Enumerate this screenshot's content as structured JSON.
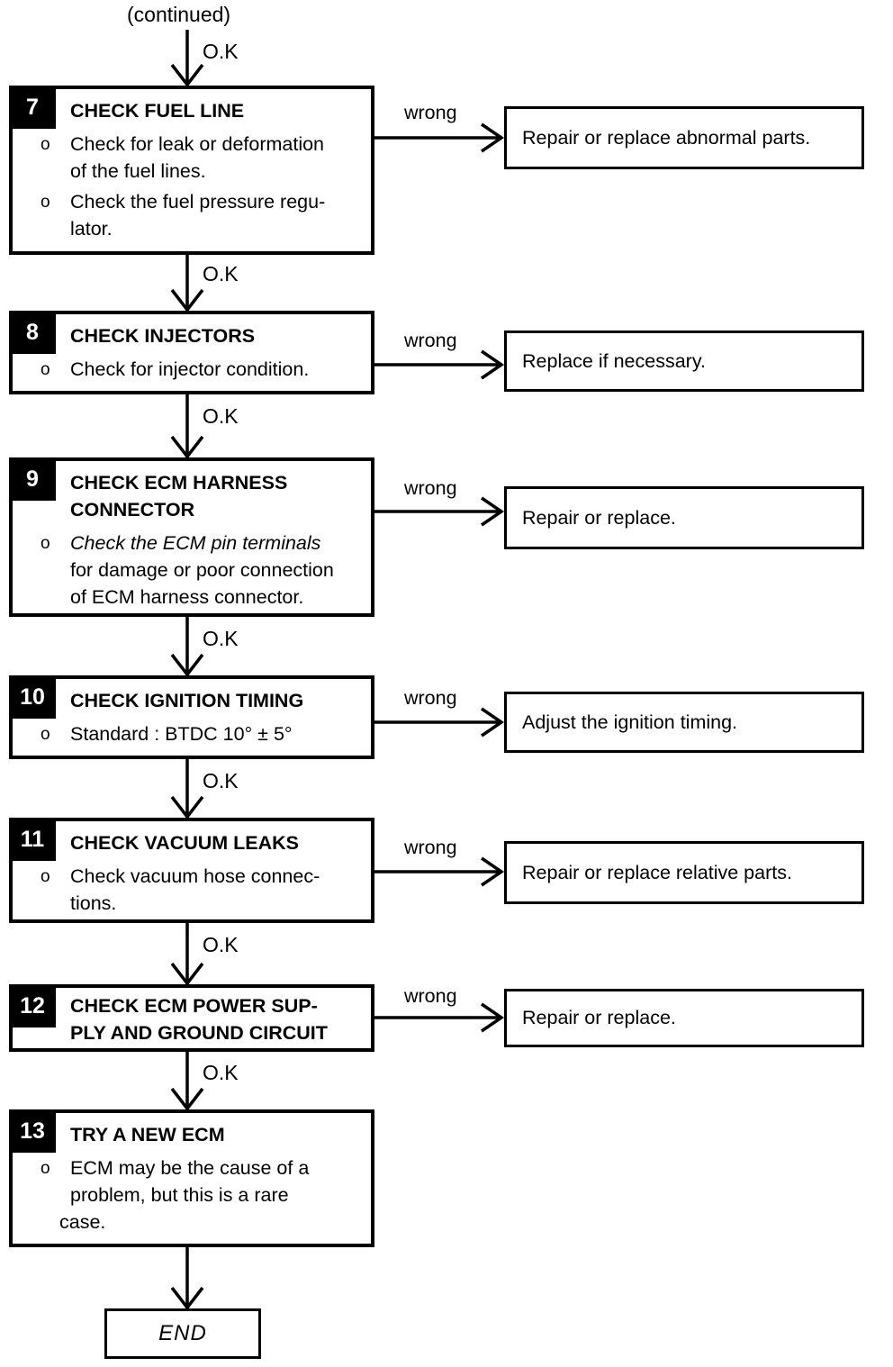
{
  "header": {
    "continued_label": "(continued)"
  },
  "labels": {
    "ok": "O.K",
    "wrong": "wrong",
    "bullet_marker": "o"
  },
  "steps": [
    {
      "number": "7",
      "title_lines": [
        "CHECK FUEL LINE"
      ],
      "bullets": [
        [
          "Check for leak or deformation",
          "of the fuel lines."
        ],
        [
          "Check the fuel pressure regu-",
          "lator."
        ]
      ],
      "wrong_action": "Repair or replace abnormal parts."
    },
    {
      "number": "8",
      "title_lines": [
        "CHECK INJECTORS"
      ],
      "bullets": [
        [
          "Check for injector condition."
        ]
      ],
      "wrong_action": "Replace if necessary."
    },
    {
      "number": "9",
      "title_lines": [
        "CHECK ECM HARNESS",
        "CONNECTOR"
      ],
      "bullets": [
        [
          "Check the ECM pin terminals",
          "for damage or poor connection",
          "of ECM harness connector."
        ]
      ],
      "wrong_action": "Repair or replace."
    },
    {
      "number": "10",
      "title_lines": [
        "CHECK IGNITION TIMING"
      ],
      "bullets": [
        [
          "Standard : BTDC 10° ± 5°"
        ]
      ],
      "wrong_action": "Adjust the ignition timing."
    },
    {
      "number": "11",
      "title_lines": [
        "CHECK VACUUM LEAKS"
      ],
      "bullets": [
        [
          "Check vacuum hose connec-",
          "tions."
        ]
      ],
      "wrong_action": "Repair or replace relative parts."
    },
    {
      "number": "12",
      "title_lines": [
        "CHECK ECM POWER SUP-",
        "PLY AND GROUND CIRCUIT"
      ],
      "bullets": [],
      "wrong_action": "Repair or replace."
    },
    {
      "number": "13",
      "title_lines": [
        "TRY A NEW ECM"
      ],
      "bullets": [
        [
          "ECM may be the cause of a",
          "problem, but this is a rare",
          "case."
        ]
      ]
    }
  ],
  "terminal": {
    "label": "END"
  },
  "colors": {
    "ink": "#000000",
    "paper": "#ffffff"
  }
}
